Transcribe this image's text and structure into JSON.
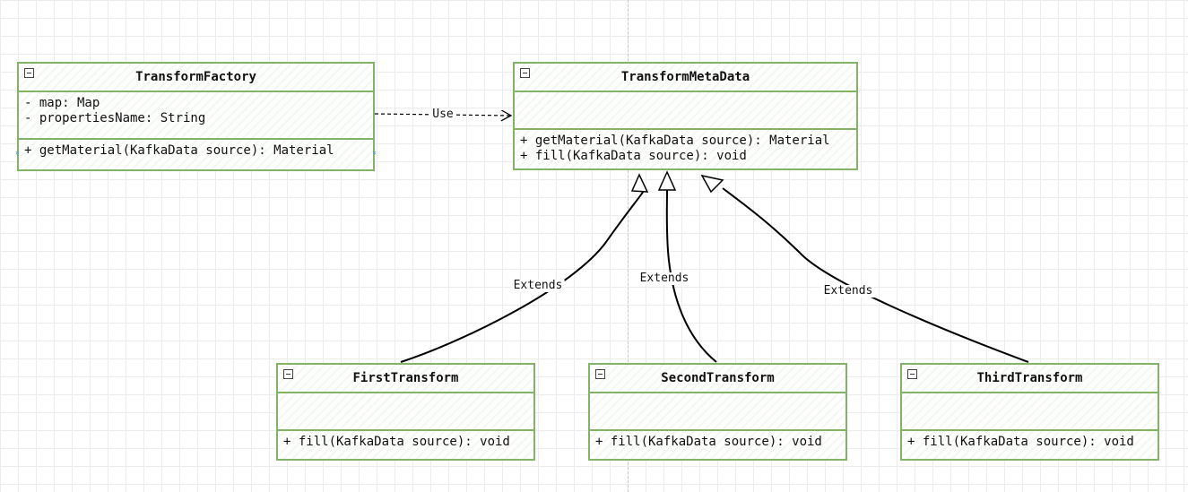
{
  "classes": {
    "transform_factory": {
      "name": "TransformFactory",
      "attributes": [
        "- map: Map",
        "- propertiesName: String"
      ],
      "operations": [
        "+ getMaterial(KafkaData source): Material"
      ]
    },
    "transform_meta_data": {
      "name": "TransformMetaData",
      "attributes": [],
      "operations": [
        "+ getMaterial(KafkaData source): Material",
        "+ fill(KafkaData source): void"
      ]
    },
    "first_transform": {
      "name": "FirstTransform",
      "attributes": [],
      "operations": [
        "+ fill(KafkaData source): void"
      ]
    },
    "second_transform": {
      "name": "SecondTransform",
      "attributes": [],
      "operations": [
        "+ fill(KafkaData source): void"
      ]
    },
    "third_transform": {
      "name": "ThirdTransform",
      "attributes": [],
      "operations": [
        "+ fill(KafkaData source): void"
      ]
    }
  },
  "relations": {
    "use_label": "Use",
    "extends_first_label": "Extends",
    "extends_second_label": "Extends",
    "extends_third_label": "Extends"
  },
  "colors": {
    "box_border": "#82b366",
    "grid": "#ececec",
    "line": "#000000"
  }
}
